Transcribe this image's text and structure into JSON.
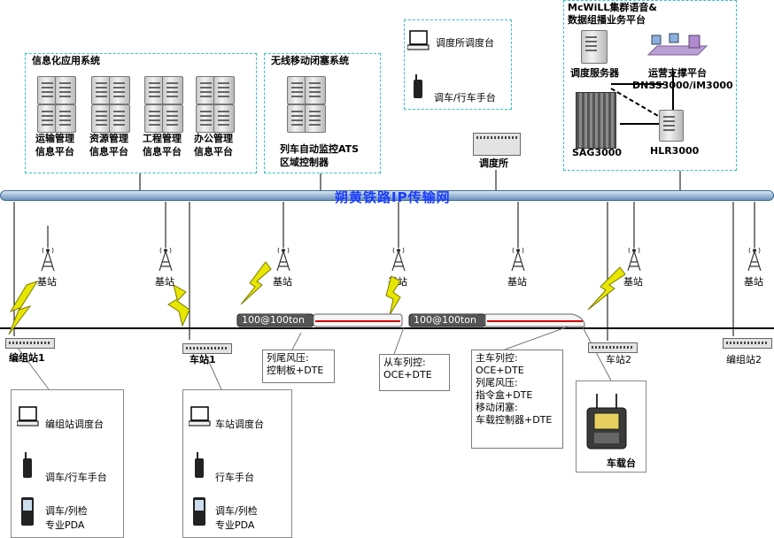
{
  "network_title": "朔黄铁路IP传输网",
  "groups": {
    "info_system": {
      "title": "信息化应用系统",
      "platforms": [
        {
          "line1": "运输管理",
          "line2": "信息平台"
        },
        {
          "line1": "资源管理",
          "line2": "信息平台"
        },
        {
          "line1": "工程管理",
          "line2": "信息平台"
        },
        {
          "line1": "办公管理",
          "line2": "信息平台"
        }
      ]
    },
    "wireless_block": {
      "title": "无线移动闭塞系统",
      "line1": "列车自动监控ATS",
      "line2": "区域控制器"
    },
    "dispatch": {
      "console": "调度所调度台",
      "handset": "调车/行车手台",
      "label": "调度所"
    },
    "mcwill": {
      "title_line1": "McWiLL集群语音&",
      "title_line2": "数据组播业务平台",
      "dispatch_server": "调度服务器",
      "ops_line1": "运营支撑平台",
      "ops_line2": "DNSS3000/iM3000",
      "sag": "SAG3000",
      "hlr": "HLR3000"
    }
  },
  "base_station_label": "基站",
  "stations": {
    "left_yard": "编组站1",
    "station1": "车站1",
    "station2": "车站2",
    "right_yard": "编组站2"
  },
  "trains": {
    "loco1": "100@100ton",
    "loco2": "100@100ton"
  },
  "callouts": {
    "tail_pressure": {
      "line1": "列尾风压:",
      "line2": "控制板+DTE"
    },
    "slave": {
      "line1": "从车列控:",
      "line2": "OCE+DTE"
    },
    "master": {
      "line1": "主车列控:",
      "line2": "OCE+DTE",
      "line3": "列尾风压:",
      "line4": "指令盒+DTE",
      "line5": "移动闭塞:",
      "line6": "车载控制器+DTE"
    },
    "vehicle": "车载台"
  },
  "yard_box": {
    "console": "编组站调度台",
    "handset": "调车/行车手台",
    "pda_line1": "调车/列检",
    "pda_line2": "专业PDA"
  },
  "station_box": {
    "console": "车站调度台",
    "handset": "行车手台",
    "pda_line1": "调车/列检",
    "pda_line2": "专业PDA"
  },
  "colors": {
    "dashed_border": "#33c3c8",
    "bus": "#5a8fbf",
    "network_title": "#1a3cff",
    "bolt": "#e6e600"
  }
}
